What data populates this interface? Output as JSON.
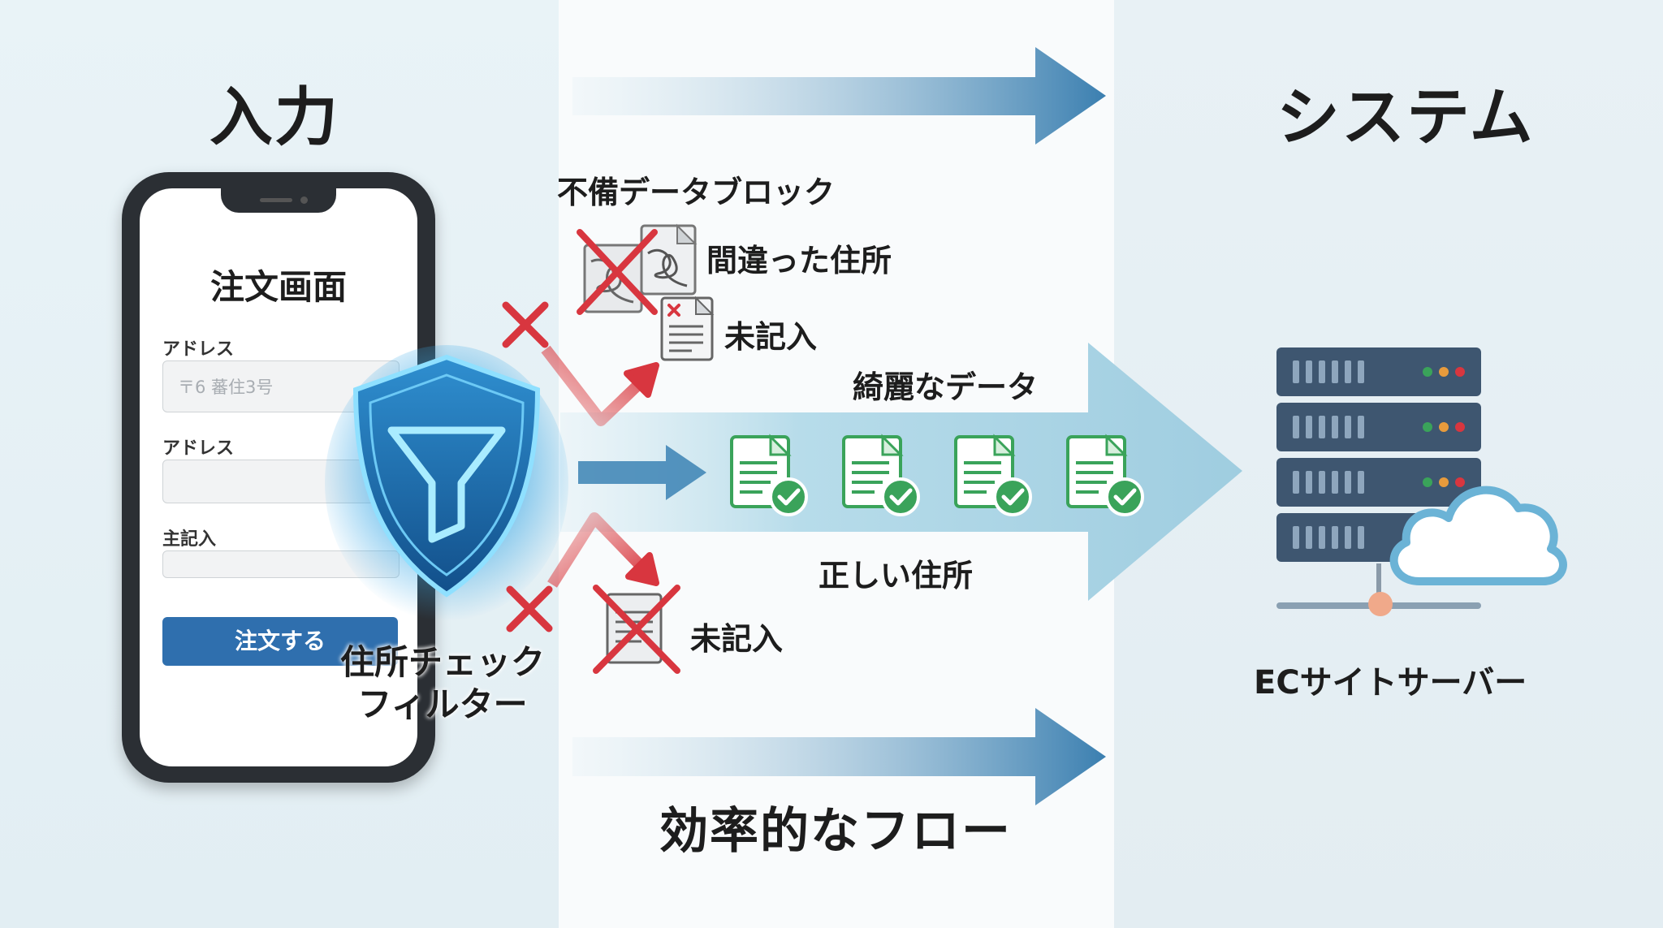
{
  "headings": {
    "input": "入力",
    "system": "システム"
  },
  "phone": {
    "screen_title": "注文画面",
    "fields": [
      {
        "label": "アドレス",
        "value": "〒6 蕃住3号"
      },
      {
        "label": "アドレス",
        "value": ""
      },
      {
        "label": "主記入",
        "value": ""
      }
    ],
    "order_button": "注文する"
  },
  "filter": {
    "line1": "住所チェック",
    "line2": "フィルター",
    "icon": "funnel-shield-icon"
  },
  "blocked": {
    "title": "不備データブロック",
    "items": [
      {
        "label": "間違った住所",
        "icon": "scribbled-document-icon"
      },
      {
        "label": "未記入",
        "icon": "document-with-x-icon"
      }
    ],
    "lower_item": {
      "label": "未記入",
      "icon": "crossed-document-icon"
    }
  },
  "clean": {
    "top_label": "綺麗なデータ",
    "bottom_label": "正しい住所",
    "document_count": 4,
    "icon": "document-check-icon"
  },
  "server": {
    "label": "ECサイトサーバー",
    "icons": [
      "server-rack-icon",
      "cloud-icon"
    ]
  },
  "footer": {
    "label": "効率的なフロー"
  },
  "colors": {
    "accent_blue": "#3b82b4",
    "error_red": "#d8363f",
    "success_green": "#3aa35a",
    "server_navy": "#3e5670",
    "flow_light": "#a9d3e3"
  }
}
